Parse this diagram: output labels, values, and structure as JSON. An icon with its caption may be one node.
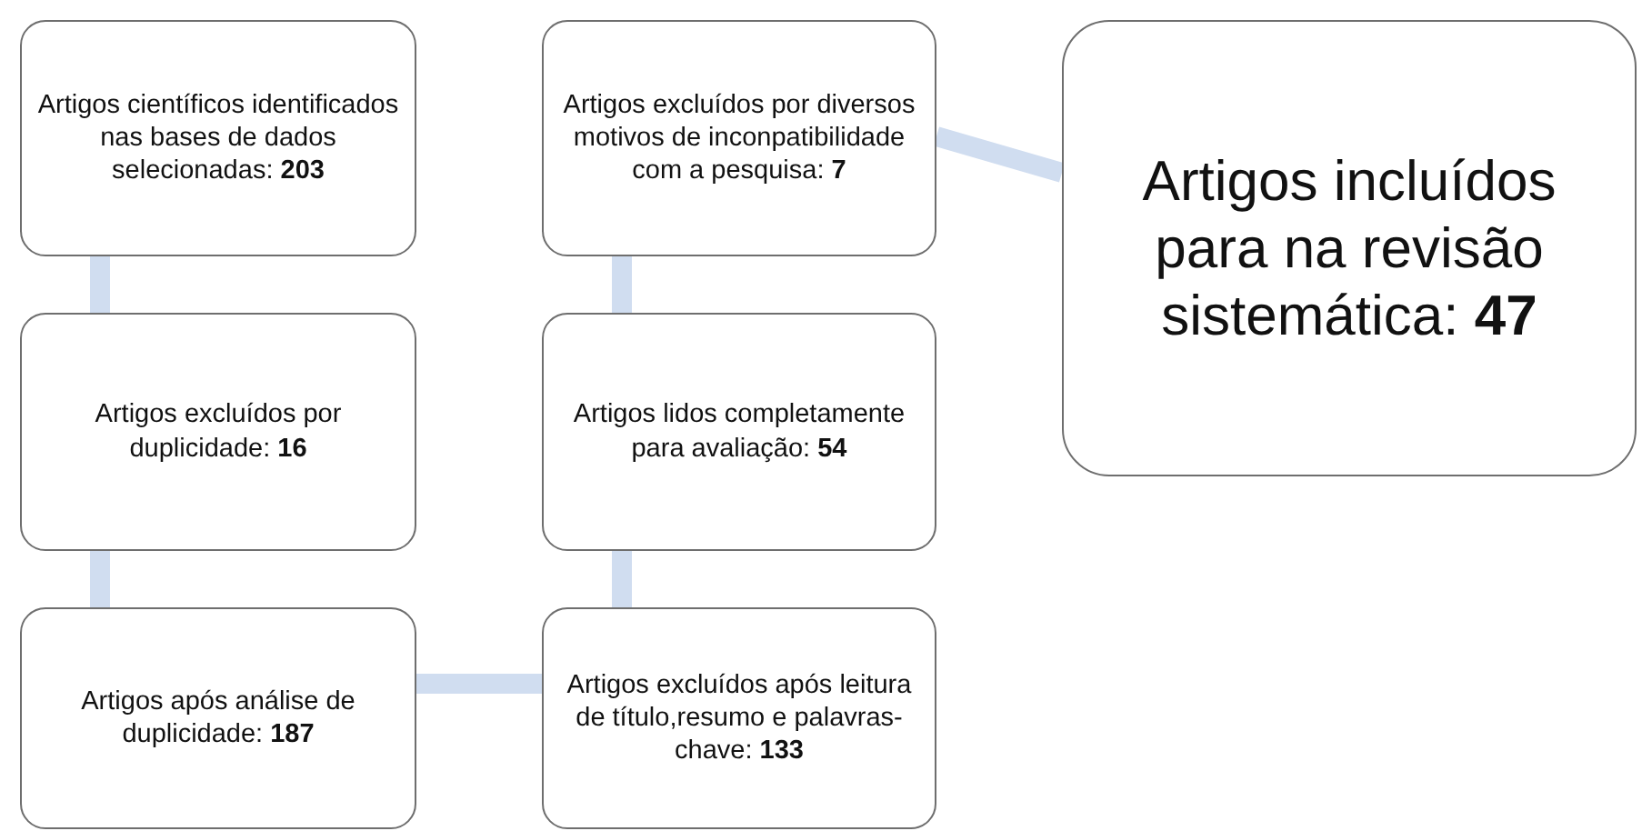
{
  "diagram": {
    "nodes": [
      {
        "text": [
          "Artigos científicos identificados nas bases de dados selecionadas: **203**"
        ]
      },
      {
        "text": [
          "Artigos excluídos por duplicidade: **16**"
        ]
      },
      {
        "text": [
          "Artigos após análise de duplicidade: **187**"
        ]
      },
      {
        "text": [
          "Artigos excluídos após leitura de título,resumo e palavras-chave: **133**"
        ]
      },
      {
        "text": [
          "Artigos lidos completamente para avaliação: **54**"
        ]
      },
      {
        "text": [
          "Artigos excluídos por diversos motivos de inconpatibilidade com a pesquisa: **7**"
        ]
      },
      {
        "text": [
          "Artigos incluídos para na revisão sistemática: **47**"
        ]
      }
    ],
    "edges": [
      {
        "from": 0,
        "to": 1,
        "arrow": "none"
      },
      {
        "from": 1,
        "to": 2,
        "arrow": "none"
      },
      {
        "from": 2,
        "to": 3,
        "arrow": "none"
      },
      {
        "from": 3,
        "to": 4,
        "arrow": "none"
      },
      {
        "from": 4,
        "to": 5,
        "arrow": "none"
      },
      {
        "from": 5,
        "to": 6,
        "arrow": "none"
      }
    ]
  }
}
